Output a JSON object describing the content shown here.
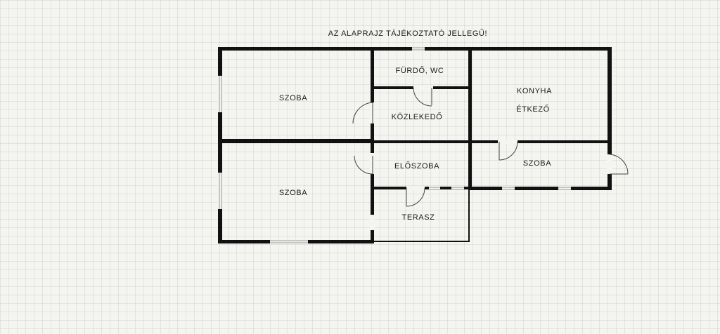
{
  "notice": "AZ ALAPRAJZ TÁJÉKOZTATÓ JELLEGŰ!",
  "rooms": {
    "szoba_top_left": "SZOBA",
    "furdo_wc": "FÜRDŐ, WC",
    "konyha": "KONYHA",
    "etkezo": "ÉTKEZŐ",
    "kozlekedo": "KÖZLEKEDŐ",
    "szoba_bottom_left": "SZOBA",
    "eloszoba": "ELŐSZOBA",
    "szoba_right": "SZOBA",
    "terasz": "TERASZ"
  },
  "colors": {
    "wall": "#111111",
    "background": "#f4f4f1",
    "grid": "#dcdcd8"
  }
}
